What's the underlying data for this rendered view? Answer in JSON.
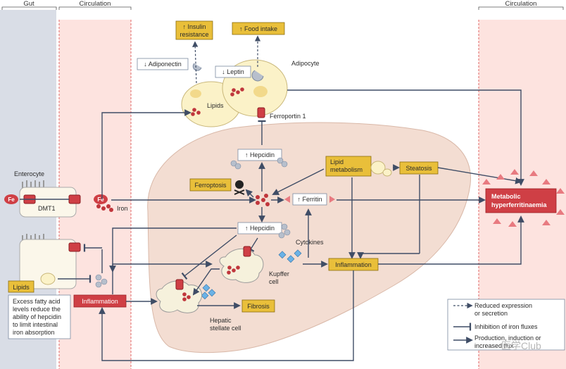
{
  "headers": {
    "gut": "Gut",
    "circulation_left": "Circulation",
    "circulation_right": "Circulation"
  },
  "gut_labels": {
    "enterocyte": "Enterocyte",
    "dmt1": "DMT1",
    "fe_left": "Fe",
    "fe_right": "Fe",
    "iron": "Iron"
  },
  "top": {
    "insulin_resistance_line1": "↑ Insulin",
    "insulin_resistance_line2": "resistance",
    "food_intake": "↑ Food intake",
    "adiponectin": "↓ Adiponectin",
    "leptin": "↓ Leptin",
    "adipocyte": "Adipocyte",
    "lipids": "Lipids",
    "ferroportin": "Ferroportin 1"
  },
  "liver": {
    "hepcidin_top": "↑ Hepcidin",
    "ferroptosis": "Ferroptosis",
    "ferritin": "↑ Ferritin",
    "lipid_metabolism_line1": "Lipid",
    "lipid_metabolism_line2": "metabolism",
    "steatosis": "Steatosis",
    "hepcidin_bottom": "↑ Hepcidin",
    "cytokines": "Cytokines",
    "inflammation": "Inflammation",
    "kupffer_line1": "Kupffer",
    "kupffer_line2": "cell",
    "fibrosis": "Fibrosis",
    "stellate_line1": "Hepatic",
    "stellate_line2": "stellate cell"
  },
  "left_bottom": {
    "lipids": "Lipids",
    "inflammation": "Inflammation",
    "note": [
      "Excess fatty acid",
      "levels reduce the",
      "ability of hepcidin",
      "to limit intestinal",
      "iron absorption"
    ]
  },
  "outcome": {
    "line1": "Metabolic",
    "line2": "hyperferritinaemia"
  },
  "legend": {
    "reduced": [
      "Reduced expression",
      "or secretion"
    ],
    "inhibition": "Inhibition of iron fluxes",
    "production": [
      "Production, induction or",
      "increased flux"
    ]
  },
  "watermark": "医学Club",
  "colors": {
    "gut_band": "#d9dde6",
    "circulation": "#fde3df",
    "liver": "#f3ddd2",
    "yellow": "#e9bf3a",
    "red": "#cf3f45",
    "line": "#3f4d66"
  }
}
